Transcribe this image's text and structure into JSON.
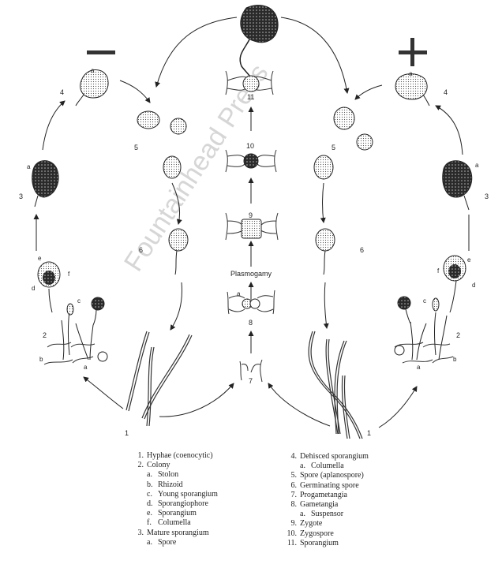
{
  "diagram": {
    "mating_types": {
      "minus": "−",
      "plus": "+"
    },
    "stage_labels": {
      "s1": "1",
      "s2": "2",
      "s3": "3",
      "s4": "4",
      "s5": "5",
      "s6": "6",
      "s7": "7",
      "s8": "8",
      "s9": "9",
      "s10": "10",
      "s11": "11"
    },
    "part_labels": {
      "a": "a",
      "b": "b",
      "c": "c",
      "d": "d",
      "e": "e",
      "f": "f"
    },
    "process_label": "Plasmogamy",
    "watermark": "Fountainhead Press"
  },
  "legend": {
    "left": [
      {
        "num": "1.",
        "text": "Hyphae (coenocytic)",
        "indent": false
      },
      {
        "num": "2.",
        "text": "Colony",
        "indent": false
      },
      {
        "num": "a.",
        "text": "Stolon",
        "indent": true
      },
      {
        "num": "b.",
        "text": "Rhizoid",
        "indent": true
      },
      {
        "num": "c.",
        "text": "Young sporangium",
        "indent": true
      },
      {
        "num": "d.",
        "text": "Sporangiophore",
        "indent": true
      },
      {
        "num": "e.",
        "text": "Sporangium",
        "indent": true
      },
      {
        "num": "f.",
        "text": "Columella",
        "indent": true
      },
      {
        "num": "3.",
        "text": "Mature sporangium",
        "indent": false
      },
      {
        "num": "a.",
        "text": "Spore",
        "indent": true
      }
    ],
    "right": [
      {
        "num": "4.",
        "text": "Dehisced sporangium",
        "indent": false
      },
      {
        "num": "a.",
        "text": "Columella",
        "indent": true
      },
      {
        "num": "5.",
        "text": "Spore (aplanospore)",
        "indent": false
      },
      {
        "num": "6.",
        "text": "Germinating spore",
        "indent": false
      },
      {
        "num": "7.",
        "text": "Progametangia",
        "indent": false
      },
      {
        "num": "8.",
        "text": "Gametangia",
        "indent": false
      },
      {
        "num": "a.",
        "text": "Suspensor",
        "indent": true
      },
      {
        "num": "9.",
        "text": "Zygote",
        "indent": false
      },
      {
        "num": "10.",
        "text": "Zygospore",
        "indent": false
      },
      {
        "num": "11.",
        "text": "Sporangium",
        "indent": false
      }
    ]
  }
}
